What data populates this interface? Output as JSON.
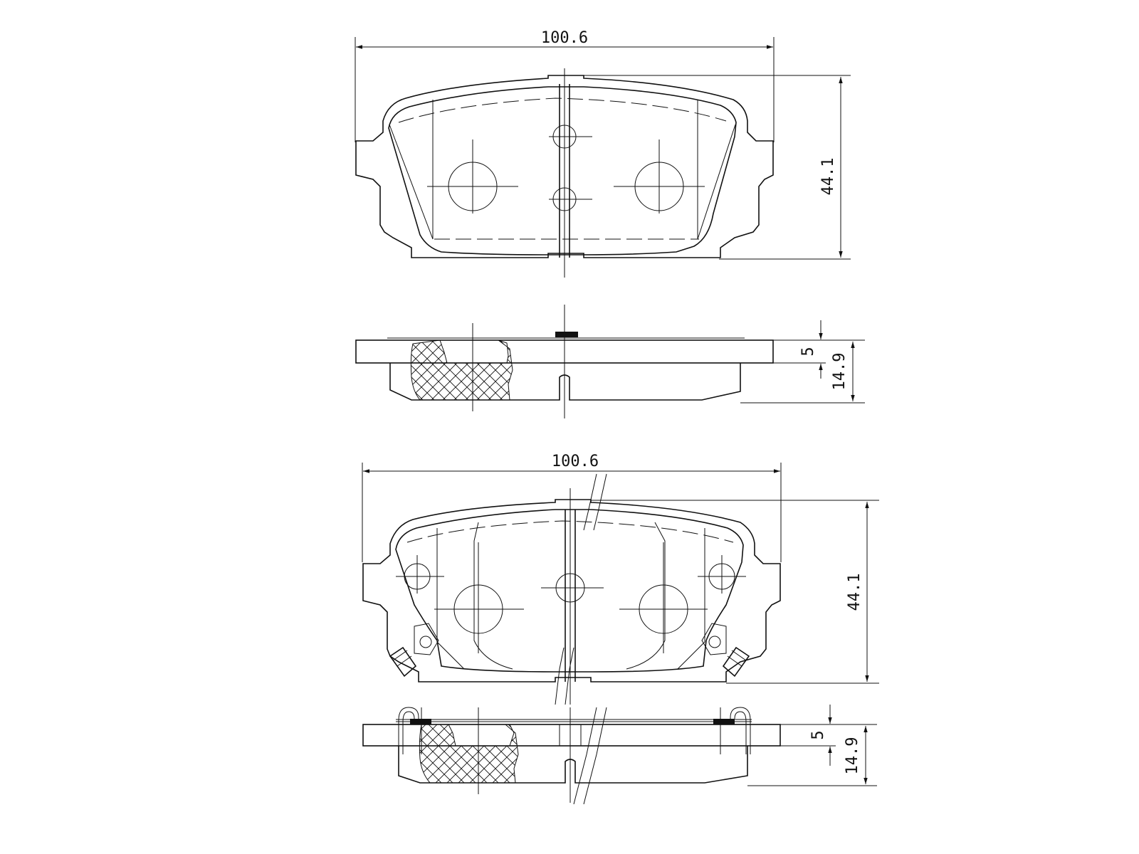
{
  "drawing": {
    "views": [
      {
        "name": "pad-1-front-view",
        "dimensions": {
          "width": "100.6",
          "height": "44.1"
        }
      },
      {
        "name": "pad-1-side-view",
        "dimensions": {
          "backing_plate": "5",
          "overall_thickness": "14.9"
        }
      },
      {
        "name": "pad-2-front-view",
        "dimensions": {
          "width": "100.6",
          "height": "44.1"
        }
      },
      {
        "name": "pad-2-side-view",
        "dimensions": {
          "backing_plate": "5",
          "overall_thickness": "14.9"
        }
      }
    ]
  }
}
